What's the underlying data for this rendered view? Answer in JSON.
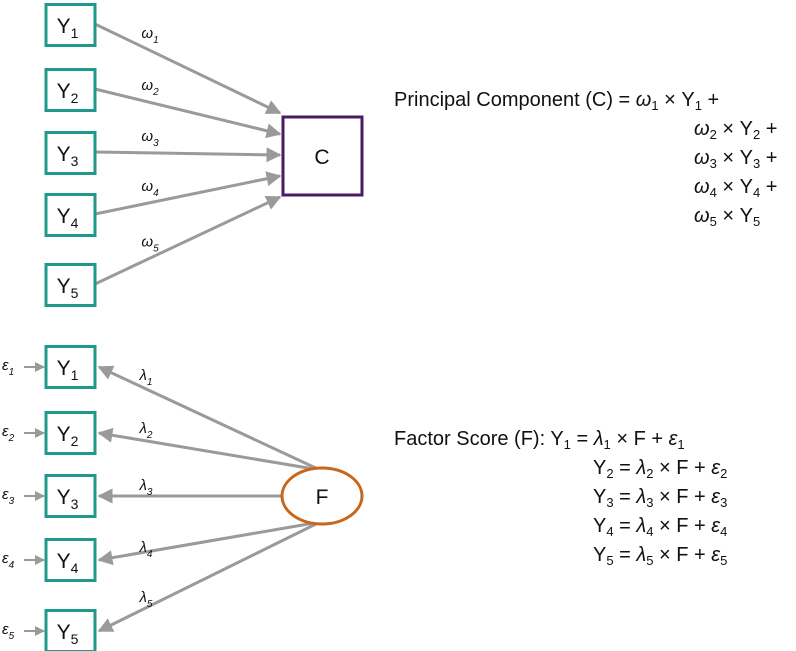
{
  "pca_model": {
    "indicators": [
      {
        "name": "Y",
        "sub": "1",
        "weight": "ω",
        "weight_sub": "1"
      },
      {
        "name": "Y",
        "sub": "2",
        "weight": "ω",
        "weight_sub": "2"
      },
      {
        "name": "Y",
        "sub": "3",
        "weight": "ω",
        "weight_sub": "3"
      },
      {
        "name": "Y",
        "sub": "4",
        "weight": "ω",
        "weight_sub": "4"
      },
      {
        "name": "Y",
        "sub": "5",
        "weight": "ω",
        "weight_sub": "5"
      }
    ],
    "component_label": "C",
    "equation_title": "Principal Component (C) = ",
    "equation_terms": [
      {
        "g": "ω",
        "gs": "1",
        "times": " × ",
        "y": "Y",
        "ys": "1",
        "tail": " +"
      },
      {
        "g": "ω",
        "gs": "2",
        "times": " × ",
        "y": "Y",
        "ys": "2",
        "tail": " +"
      },
      {
        "g": "ω",
        "gs": "3",
        "times": " × ",
        "y": "Y",
        "ys": "3",
        "tail": " +"
      },
      {
        "g": "ω",
        "gs": "4",
        "times": " × ",
        "y": "Y",
        "ys": "4",
        "tail": " +"
      },
      {
        "g": "ω",
        "gs": "5",
        "times": " × ",
        "y": "Y",
        "ys": "5",
        "tail": ""
      }
    ]
  },
  "factor_model": {
    "indicators": [
      {
        "name": "Y",
        "sub": "1",
        "loading": "λ",
        "loading_sub": "1",
        "error": "ε",
        "error_sub": "1"
      },
      {
        "name": "Y",
        "sub": "2",
        "loading": "λ",
        "loading_sub": "2",
        "error": "ε",
        "error_sub": "2"
      },
      {
        "name": "Y",
        "sub": "3",
        "loading": "λ",
        "loading_sub": "3",
        "error": "ε",
        "error_sub": "3"
      },
      {
        "name": "Y",
        "sub": "4",
        "loading": "λ",
        "loading_sub": "4",
        "error": "ε",
        "error_sub": "4"
      },
      {
        "name": "Y",
        "sub": "5",
        "loading": "λ",
        "loading_sub": "5",
        "error": "ε",
        "error_sub": "5"
      }
    ],
    "factor_label": "F",
    "equation_title": "Factor Score (F): ",
    "equation_rows": [
      {
        "y": "Y",
        "ys": "1",
        "eq": " = ",
        "l": "λ",
        "ls": "1",
        "mid": " × F + ",
        "e": "ε",
        "es": "1"
      },
      {
        "y": "Y",
        "ys": "2",
        "eq": " = ",
        "l": "λ",
        "ls": "2",
        "mid": " × F + ",
        "e": "ε",
        "es": "2"
      },
      {
        "y": "Y",
        "ys": "3",
        "eq": " = ",
        "l": "λ",
        "ls": "3",
        "mid": " × F + ",
        "e": "ε",
        "es": "3"
      },
      {
        "y": "Y",
        "ys": "4",
        "eq": " = ",
        "l": "λ",
        "ls": "4",
        "mid": " × F + ",
        "e": "ε",
        "es": "4"
      },
      {
        "y": "Y",
        "ys": "5",
        "eq": " = ",
        "l": "λ",
        "ls": "5",
        "mid": " × F + ",
        "e": "ε",
        "es": "5"
      }
    ]
  },
  "colors": {
    "indicator_border": "#1f9a8a",
    "component_border": "#4b1c66",
    "factor_border": "#c8661a",
    "arrow": "#9a9a9a"
  }
}
